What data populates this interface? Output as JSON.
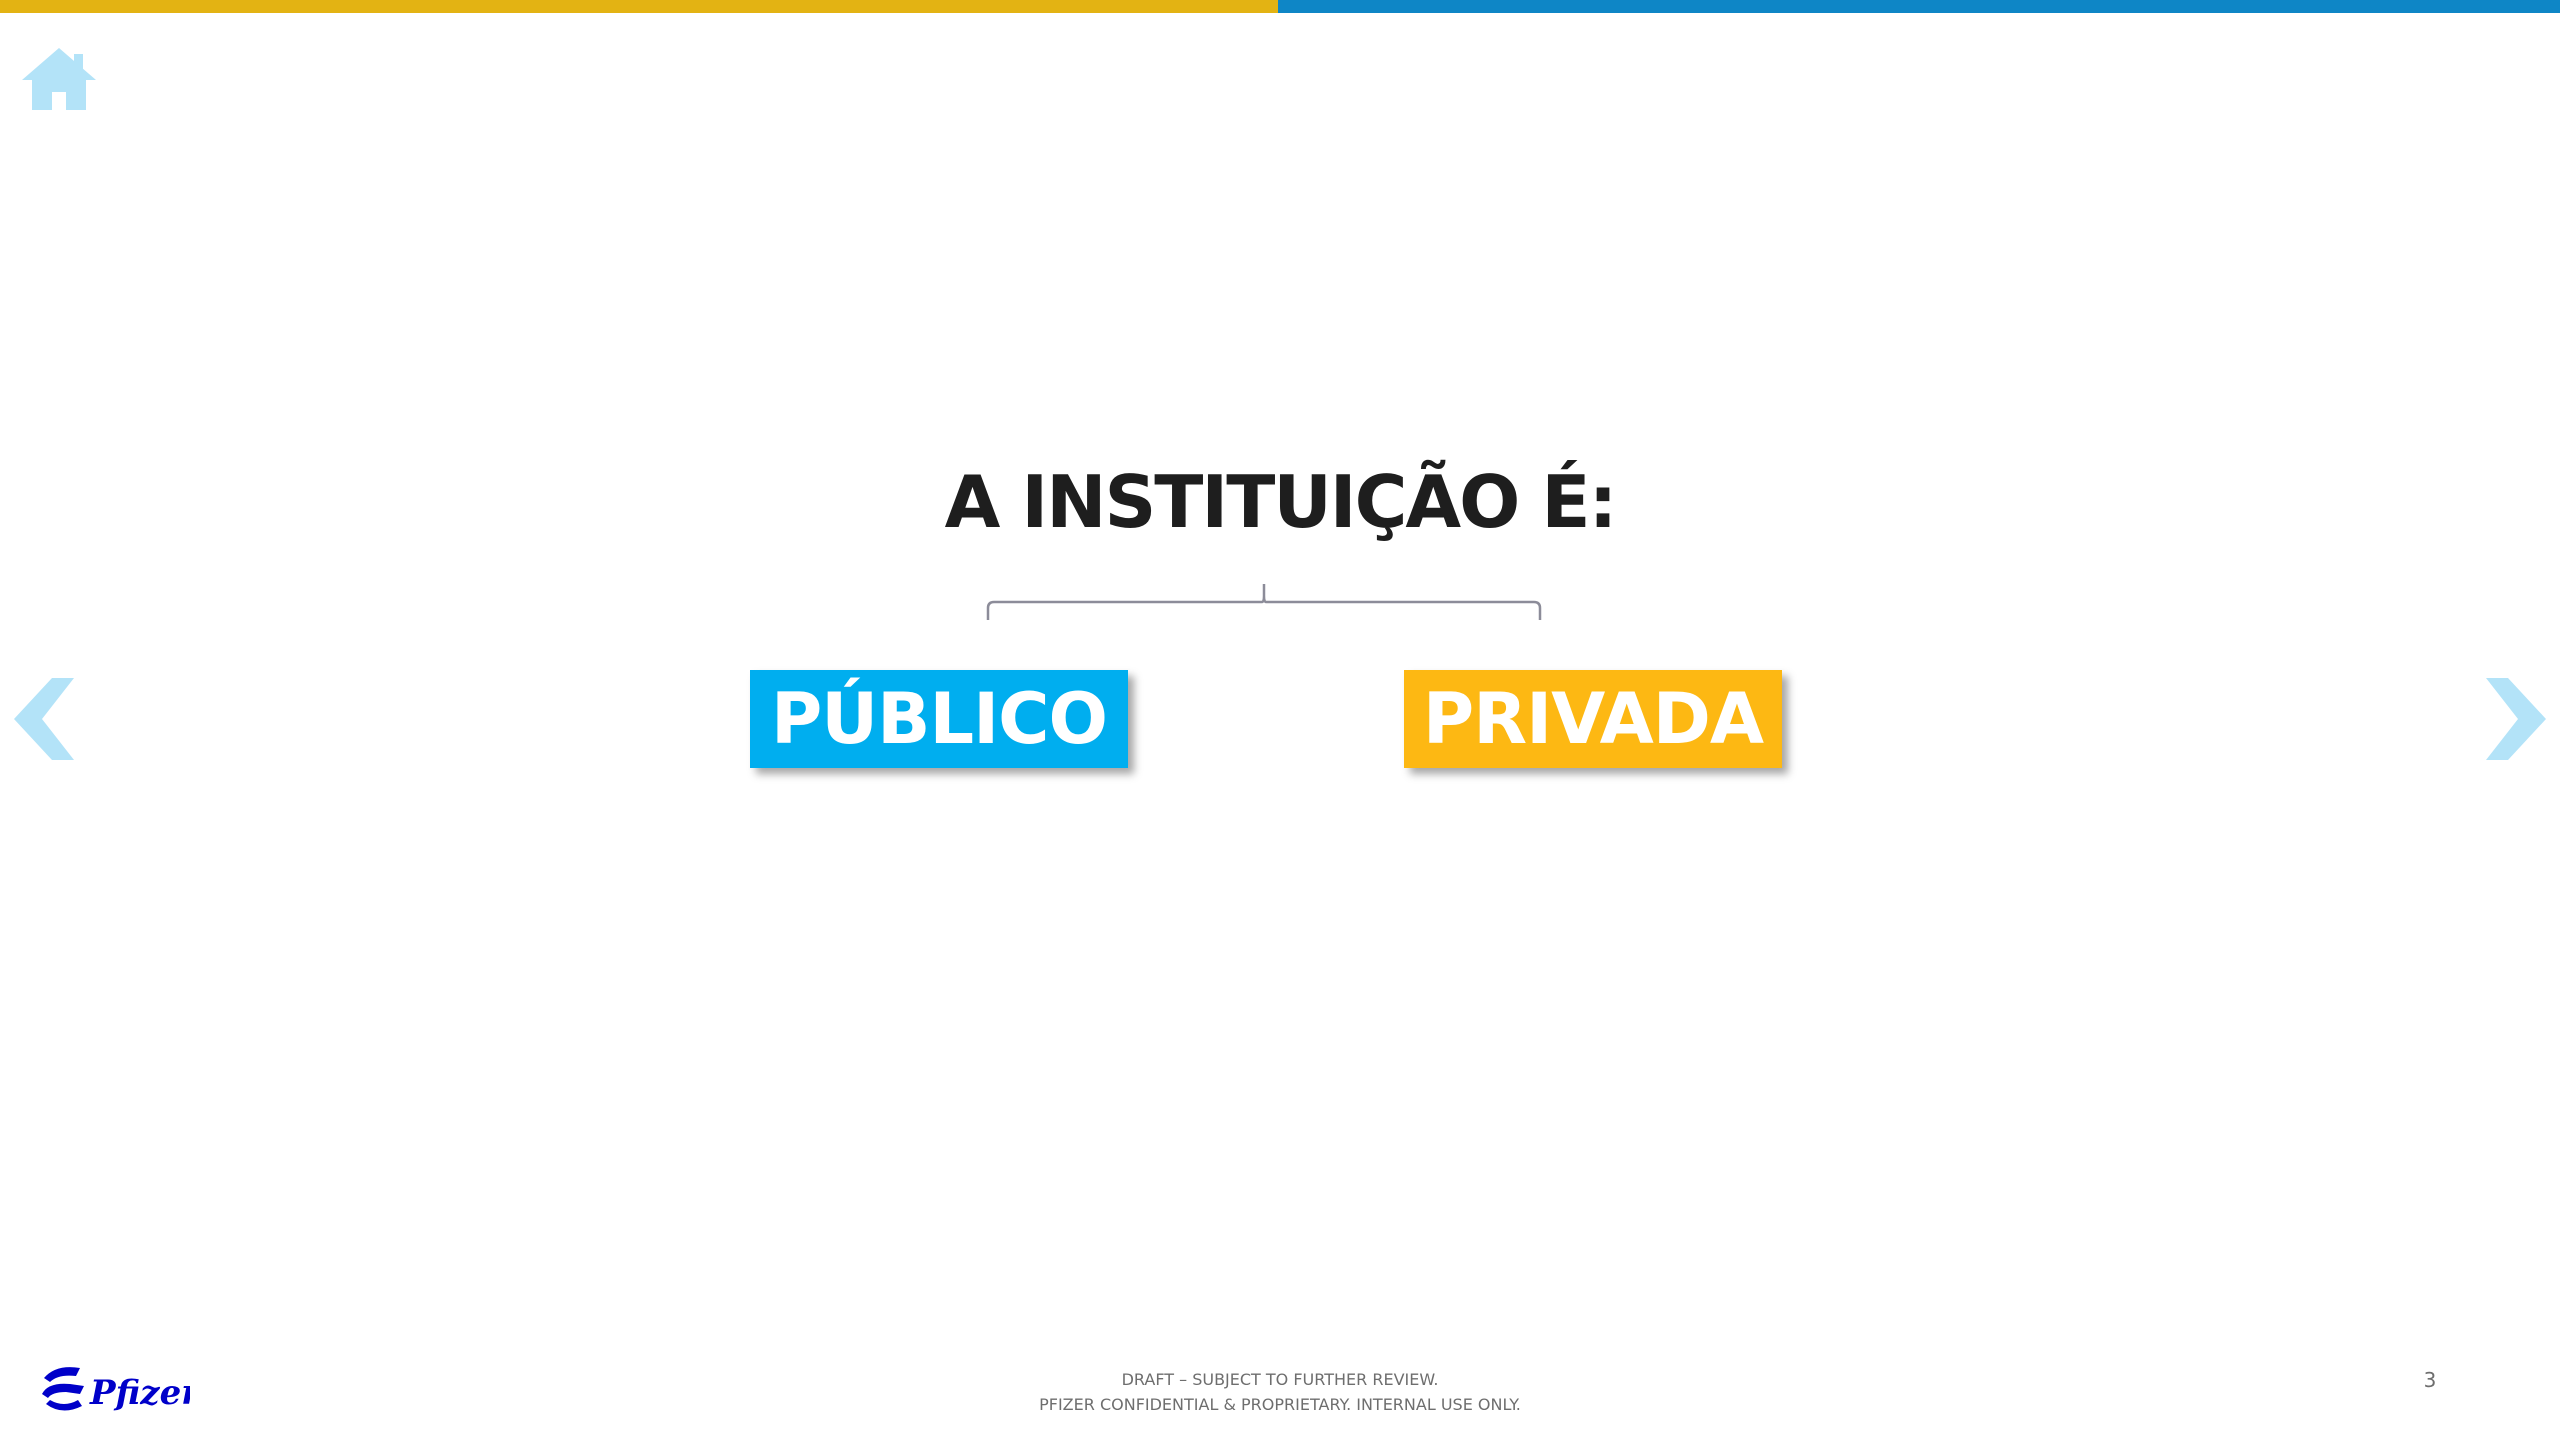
{
  "colors": {
    "top_bar_left": "#E3B313",
    "top_bar_right": "#0E86C6",
    "nav_icon": "#B3E3F8",
    "option_publico": "#00AEEF",
    "option_privada": "#FDB813",
    "brace": "#8C8C99",
    "pfizer_blue": "#0000C9"
  },
  "icons": {
    "home": "home-icon",
    "prev": "chevron-left-icon",
    "next": "chevron-right-icon"
  },
  "question": {
    "title": "A INSTITUIÇÃO É:"
  },
  "options": [
    {
      "label": "PÚBLICO"
    },
    {
      "label": "PRIVADA"
    }
  ],
  "footer": {
    "logo_text": "Pfizer",
    "line1": "DRAFT – SUBJECT TO FURTHER REVIEW.",
    "line2": "PFIZER CONFIDENTIAL & PROPRIETARY. INTERNAL USE ONLY.",
    "page_number": "3"
  }
}
